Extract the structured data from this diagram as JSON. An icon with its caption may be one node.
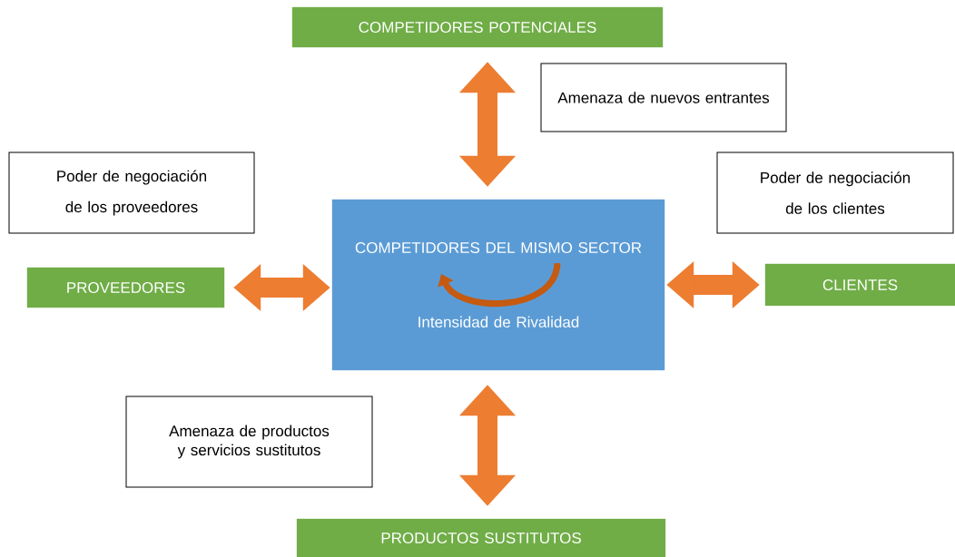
{
  "diagram": {
    "nodes": [
      {
        "text": [
          "COMPETIDORES POTENCIALES"
        ]
      },
      {
        "text": [
          "Amenaza de nuevos entrantes"
        ]
      },
      {
        "text": [
          "Poder de negociación de los proveedores"
        ]
      },
      {
        "text": [
          "Poder de negociación de los clientes"
        ]
      },
      {
        "text": [
          "PROVEEDORES"
        ]
      },
      {
        "text": [
          "COMPETIDORES DEL MISMO SECTOR",
          "Intensidad de Rivalidad"
        ]
      },
      {
        "text": [
          "CLIENTES"
        ]
      },
      {
        "text": [
          "Amenaza de productos y servicios sustitutos"
        ]
      },
      {
        "text": [
          "PRODUCTOS SUSTITUTOS"
        ]
      }
    ],
    "edges": [
      {
        "from": 0,
        "to": 5,
        "arrow": "both"
      },
      {
        "from": 4,
        "to": 5,
        "arrow": "both"
      },
      {
        "from": 5,
        "to": 6,
        "arrow": "both"
      },
      {
        "from": 5,
        "to": 8,
        "arrow": "both"
      }
    ]
  }
}
